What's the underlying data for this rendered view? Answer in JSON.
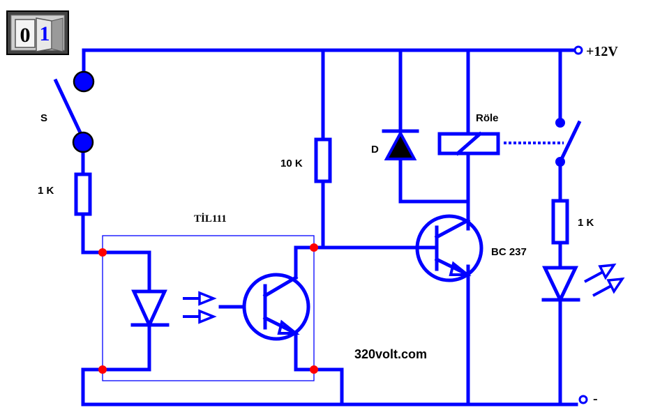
{
  "logo": {
    "digit_0": "0",
    "digit_1": "1"
  },
  "labels": {
    "switch": "S",
    "r_input": "1 K",
    "optocoupler": "TİL111",
    "r_base": "10 K",
    "diode": "D",
    "relay": "Röle",
    "transistor": "BC 237",
    "r_led": "1 K",
    "supply_pos": "+12V",
    "supply_neg": "-",
    "website": "320volt.com"
  },
  "colors": {
    "wire": "#0000ff",
    "junction": "#ff0000",
    "diode_fill": "#000000"
  }
}
